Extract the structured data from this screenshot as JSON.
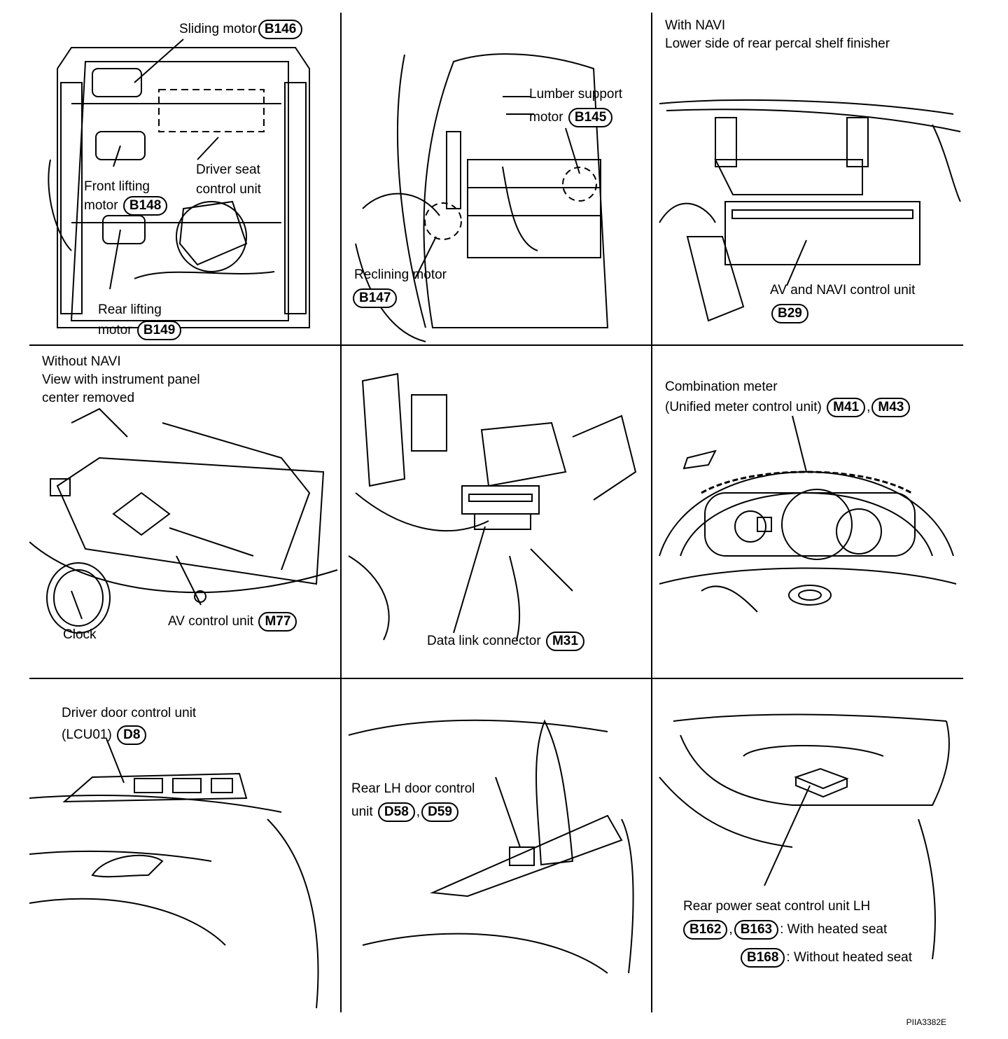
{
  "cells": {
    "seat": {
      "sliding_motor": "Sliding motor",
      "sliding_tag": "B146",
      "driver_seat_1": "Driver seat",
      "driver_seat_2": "control unit",
      "front_lifting_1": "Front lifting",
      "front_lifting_2": "motor",
      "front_tag": "B148",
      "rear_lifting_1": "Rear lifting",
      "rear_lifting_2": "motor",
      "rear_tag": "B149"
    },
    "recline": {
      "lumber_1": "Lumber support",
      "lumber_2": "motor",
      "lumber_tag": "B145",
      "reclining": "Reclining motor",
      "reclining_tag": "B147"
    },
    "navi": {
      "line1": "With NAVI",
      "line2": "Lower side of rear percal shelf finisher",
      "unit": "AV and NAVI control unit",
      "unit_tag": "B29"
    },
    "av": {
      "line1": "Without NAVI",
      "line2": "View with instrument panel",
      "line3": "center removed",
      "clock": "Clock",
      "unit": "AV control unit",
      "unit_tag": "M77"
    },
    "dlc": {
      "label": "Data link connector",
      "tag": "M31"
    },
    "meter": {
      "line1": "Combination meter",
      "line2": "(Unified meter control unit)",
      "tag1": "M41",
      "sep": ",",
      "tag2": "M43"
    },
    "driver_door": {
      "line1": "Driver door control unit",
      "line2": "(LCU01)",
      "tag": "D8"
    },
    "rear_door": {
      "line1": "Rear LH door control",
      "line2": "unit",
      "tag1": "D58",
      "sep": ",",
      "tag2": "D59"
    },
    "rear_seat": {
      "line1": "Rear power seat control unit LH",
      "tag1": "B162",
      "sep": ",",
      "tag2": "B163",
      "with_heated": ": With heated seat",
      "tag3": "B168",
      "without_heated": ": Without heated seat"
    }
  },
  "figure_code": "PIIA3382E"
}
